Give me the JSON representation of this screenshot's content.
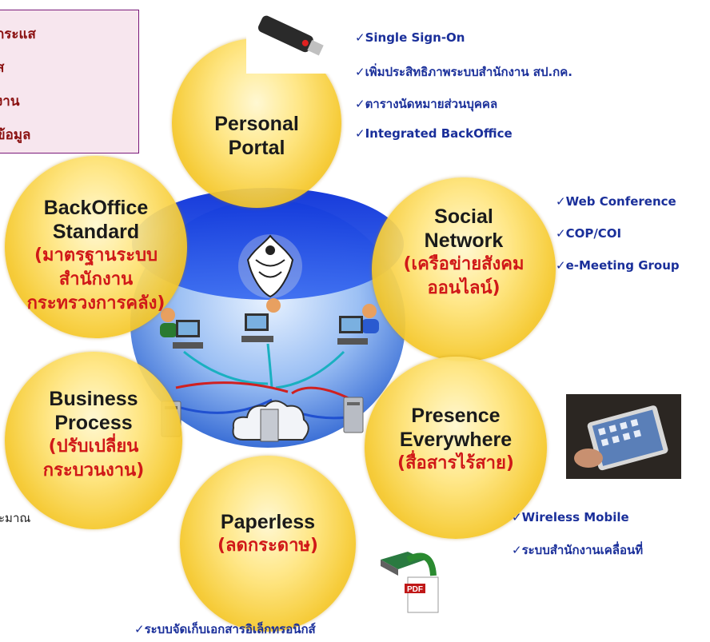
{
  "legend": {
    "lines": [
      "กระแส",
      "ส",
      "งาน",
      "ข้อมูล"
    ]
  },
  "bubbles": {
    "personal_portal": {
      "title1": "Personal",
      "title2": "Portal"
    },
    "backoffice": {
      "title1": "BackOffice",
      "title2": "Standard",
      "sub1": "(มาตรฐานระบบ",
      "sub2": "สำนักงาน",
      "sub3": "กระทรวงการคลัง)"
    },
    "social": {
      "title1": "Social",
      "title2": "Network",
      "sub1": "(เครือข่ายสังคม",
      "sub2": "ออนไลน์)"
    },
    "business": {
      "title1": "Business",
      "title2": "Process",
      "sub1": "(ปรับเปลี่ยน",
      "sub2": "กระบวนงาน)"
    },
    "presence": {
      "title1": "Presence",
      "title2": "Everywhere",
      "sub1": "(สื่อสารไร้สาย)"
    },
    "paperless": {
      "title1": "Paperless",
      "sub1": "(ลดกระดาษ)"
    }
  },
  "checklists": {
    "portal": [
      "✓Single Sign-On",
      "✓เพิ่มประสิทธิภาพระบบสำนักงาน สป.กค.",
      "✓ตารางนัดหมายส่วนบุคคล",
      "✓Integrated BackOffice"
    ],
    "social": [
      "✓Web Conference",
      "✓COP/COI",
      "✓e-Meeting Group"
    ],
    "presence": [
      "✓Wireless Mobile",
      "✓ระบบสำนักงานเคลื่อนที่"
    ],
    "paperless": [
      "✓ระบบจัดเก็บเอกสารอิเล็กทรอนิกส์"
    ],
    "left_partial": "ะมาณ"
  },
  "colors": {
    "bubble_yellow": "#f6c92c",
    "globe_blue": "#2a5ad8",
    "check_blue": "#1a2f9a",
    "sub_red": "#d01818"
  },
  "icons": [
    "usb-token-icon",
    "tablet-icon",
    "pdf-scan-icon",
    "garuda-emblem-icon",
    "user-computer-icon",
    "server-icon",
    "cloud-icon"
  ]
}
